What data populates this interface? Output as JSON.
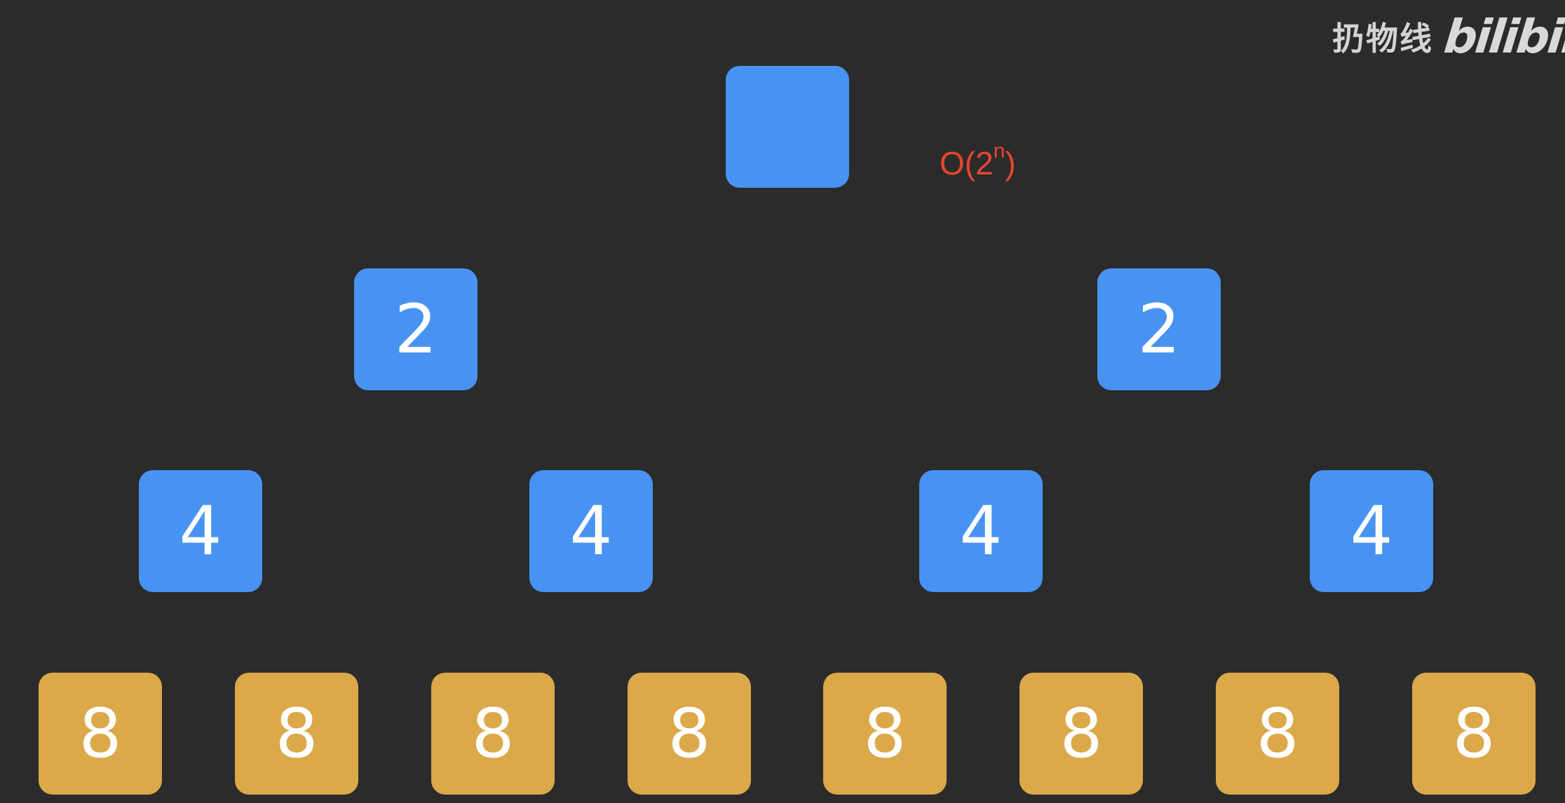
{
  "annotation": {
    "text": "O(2",
    "superscript": "n",
    "suffix": ")",
    "color": "#e84630"
  },
  "watermark": {
    "author": "扔物线",
    "logo_text": "bilibili"
  },
  "colors": {
    "background": "#2b2b2b",
    "inner_node": "#4893f1",
    "leaf_node": "#dba84a",
    "node_text": "#ffffff"
  },
  "tree": {
    "levels": [
      {
        "level": 0,
        "color": "blue",
        "labels": [
          ""
        ]
      },
      {
        "level": 1,
        "color": "blue",
        "labels": [
          "2",
          "2"
        ]
      },
      {
        "level": 2,
        "color": "blue",
        "labels": [
          "4",
          "4",
          "4",
          "4"
        ]
      },
      {
        "level": 3,
        "color": "orange",
        "labels": [
          "8",
          "8",
          "8",
          "8",
          "8",
          "8",
          "8",
          "8"
        ]
      }
    ]
  }
}
